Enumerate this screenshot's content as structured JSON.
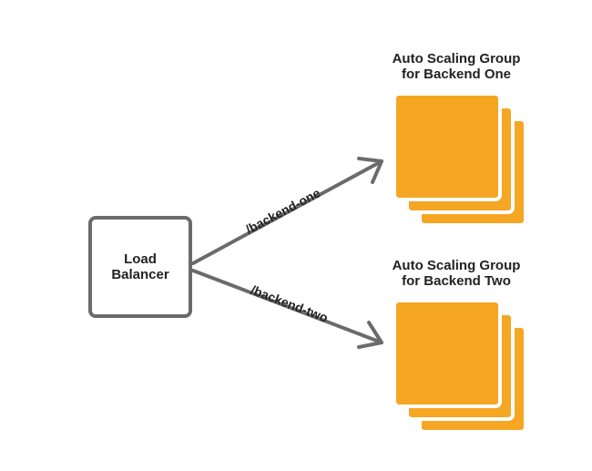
{
  "load_balancer": {
    "line1": "Load",
    "line2": "Balancer"
  },
  "groups": [
    {
      "title_line1": "Auto Scaling Group",
      "title_line2": "for Backend One"
    },
    {
      "title_line1": "Auto Scaling Group",
      "title_line2": "for Backend Two"
    }
  ],
  "edges": [
    {
      "label": "/backend-one"
    },
    {
      "label": "/backend-two"
    }
  ],
  "colors": {
    "group_fill": "#F5A623",
    "box_stroke": "#6b6b6b",
    "arrow": "#6b6b6b",
    "text": "#222222"
  }
}
